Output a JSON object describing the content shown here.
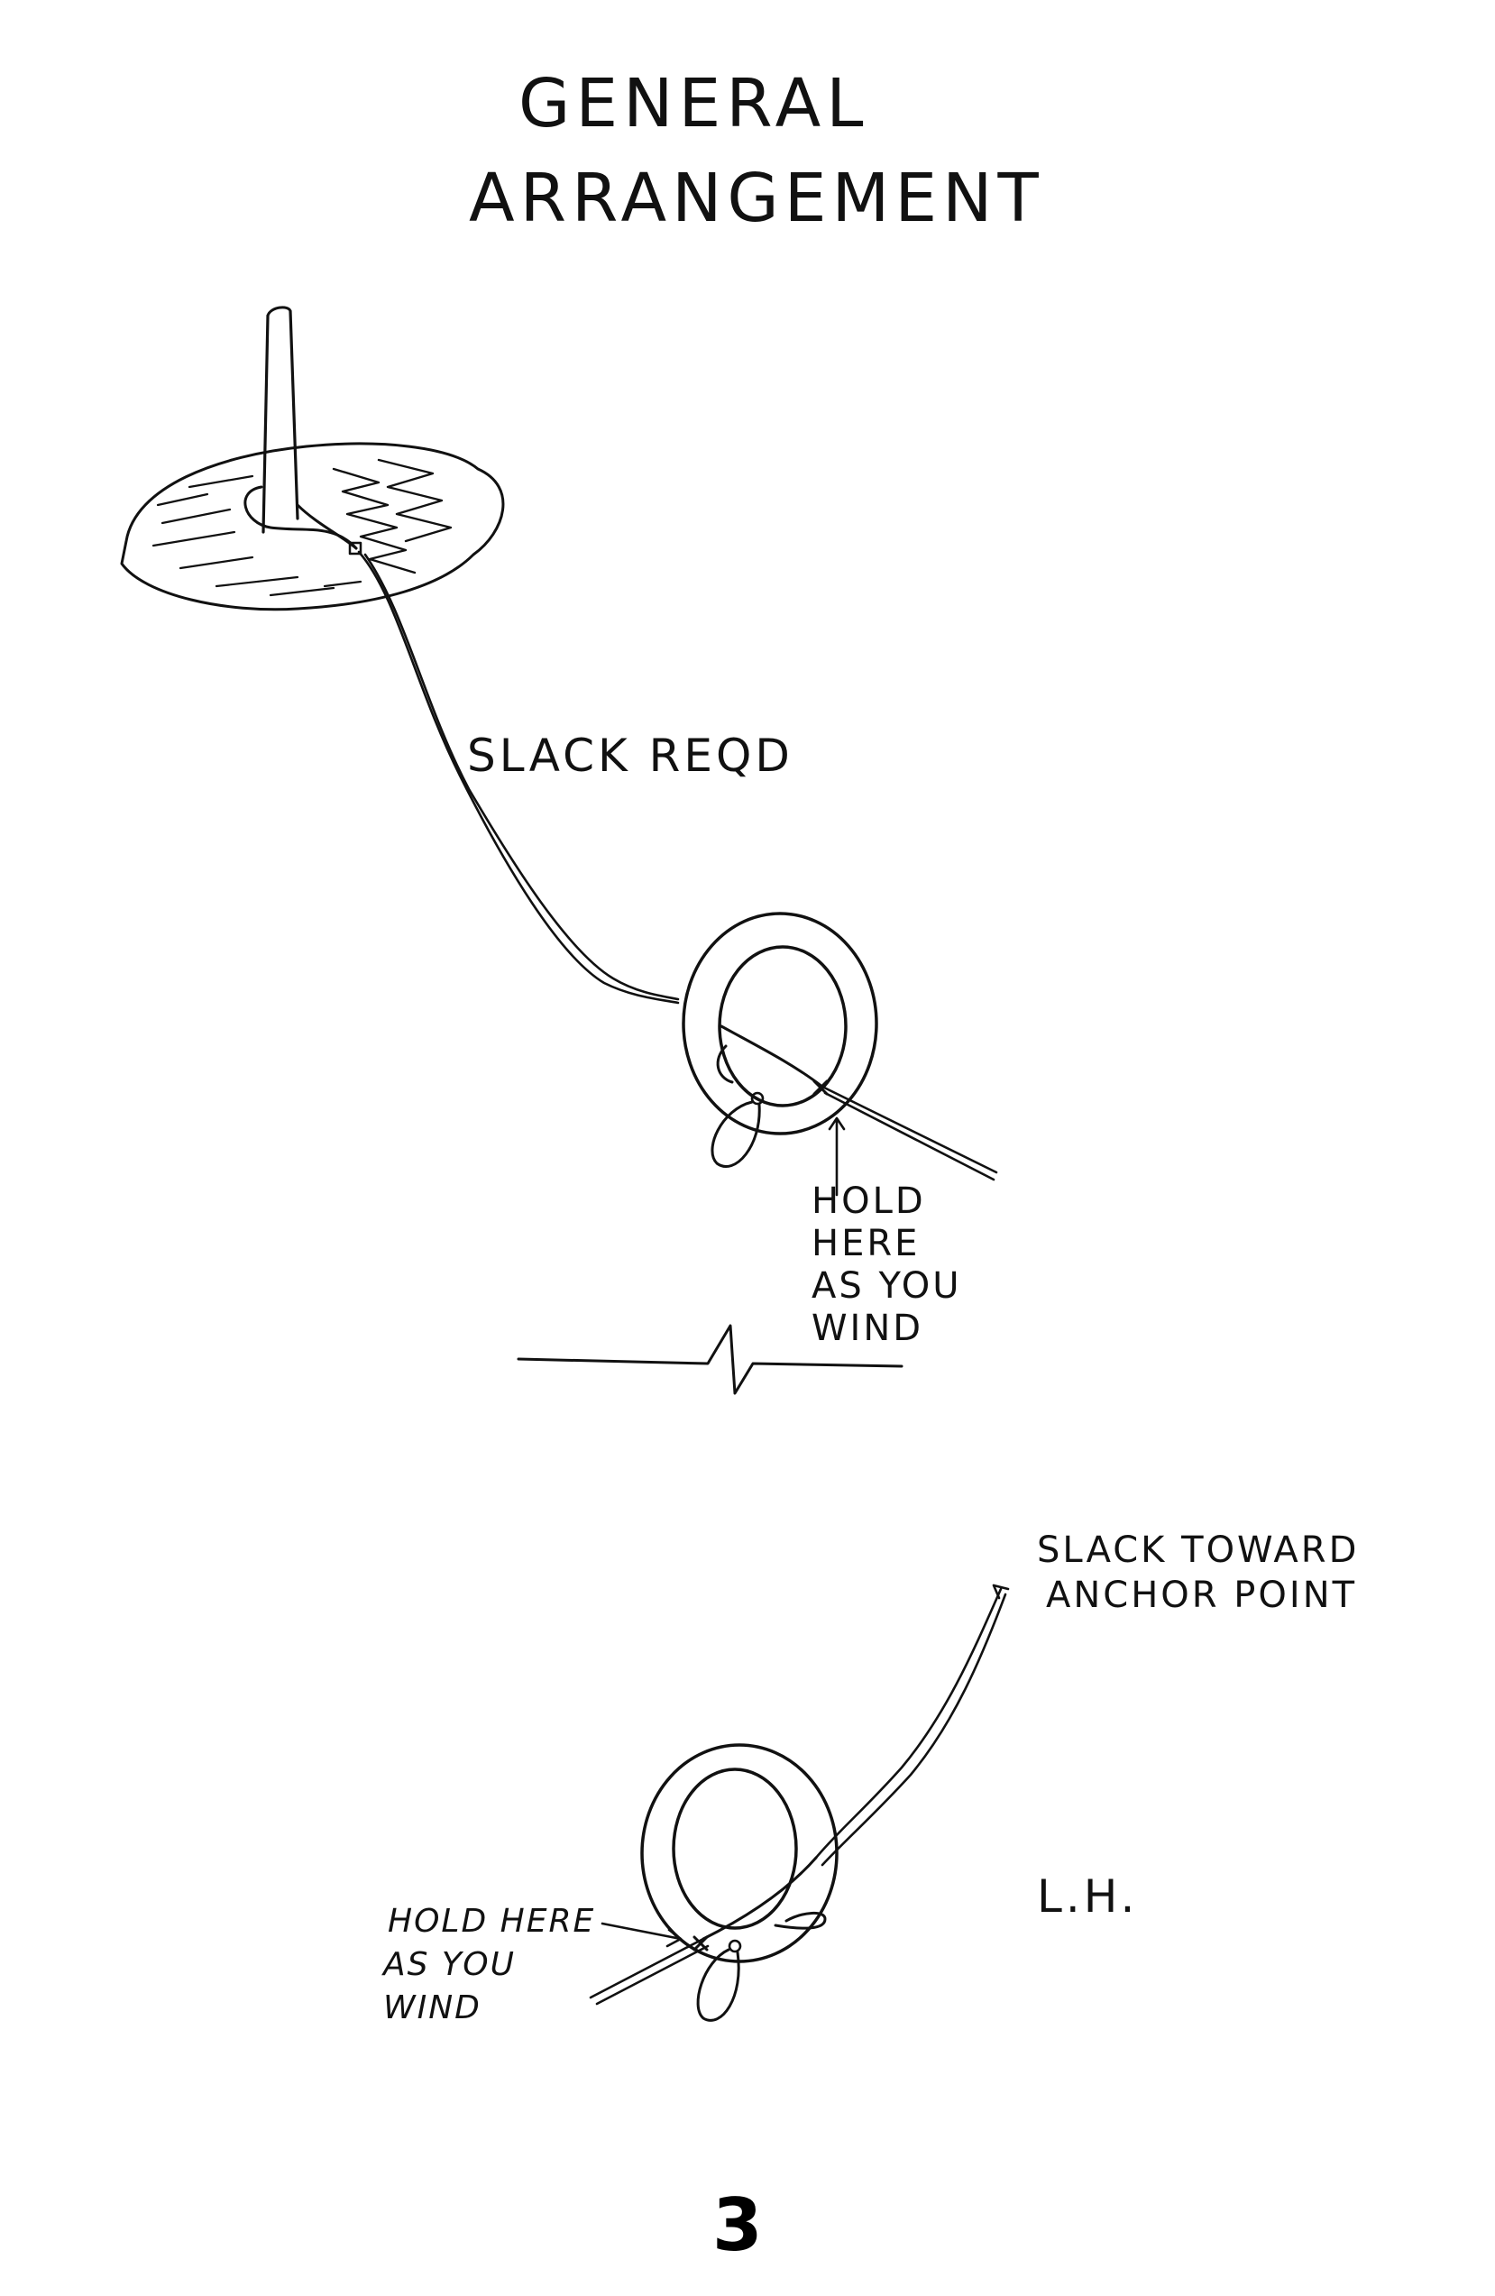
{
  "title": {
    "line1": "GENERAL",
    "line2": "ARRANGEMENT"
  },
  "top_diagram": {
    "slack_label": "SLACK REQD",
    "hold_label": [
      "HOLD",
      "HERE",
      "AS YOU",
      "WIND"
    ]
  },
  "bottom_diagram": {
    "slack_label": [
      "SLACK TOWARD",
      "ANCHOR POINT"
    ],
    "hand_label": "L.H.",
    "hold_label": [
      "HOLD HERE",
      "AS YOU",
      "WIND"
    ]
  },
  "page_number": "3",
  "colors": {
    "ink": "#111111",
    "paper": "#ffffff"
  }
}
